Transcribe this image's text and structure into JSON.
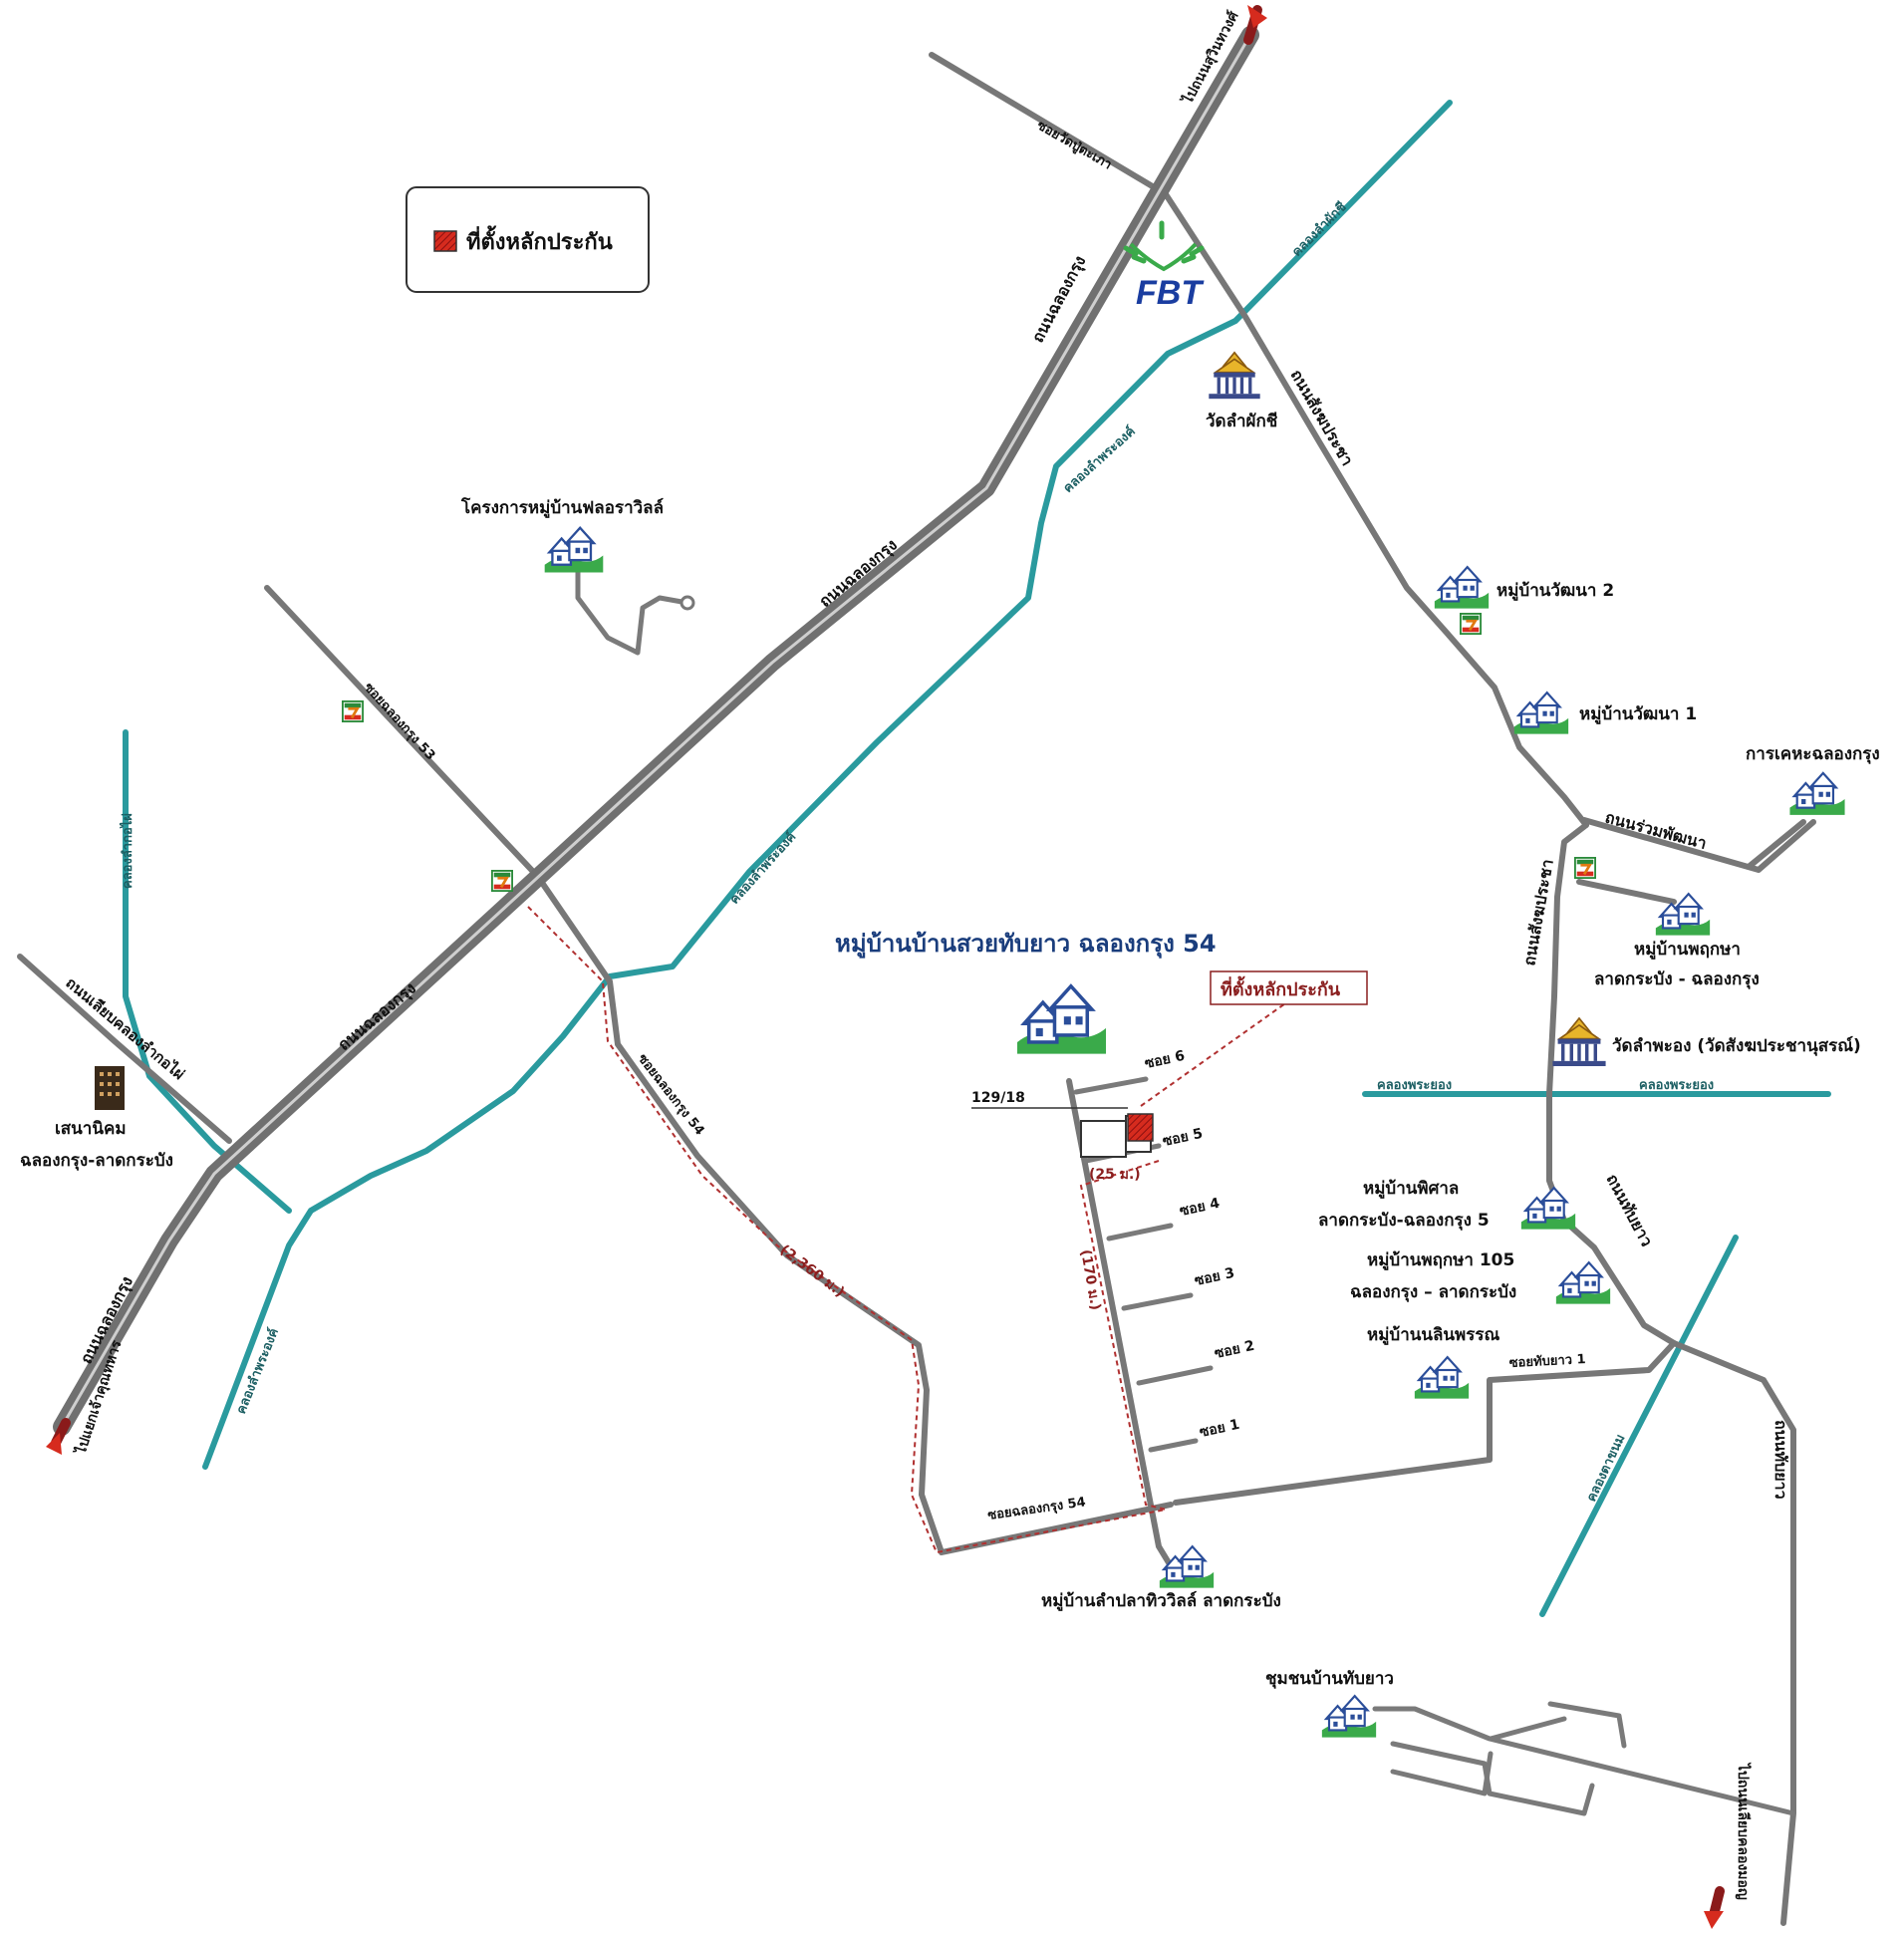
{
  "legend": {
    "text": "ที่ตั้งหลักประกัน"
  },
  "project_title": "หมู่บ้านบ้านสวยทับยาว ฉลองกรุง 54",
  "callout": "ที่ตั้งหลักประกัน",
  "plot_number": "129/18",
  "brand": "FBT",
  "distances": {
    "d1": "(25 ม.)",
    "d2": "(170 ม.)",
    "d3": "(2,360 ม.)"
  },
  "roads": {
    "chalongkrung_1": "ถนนฉลองกรุง",
    "chalongkrung_2": "ถนนฉลองกรุง",
    "chalongkrung_3": "ถนนฉลองกรุง",
    "chalongkrung_4": "ถนนฉลองกรุง",
    "sangkhom_1": "ถนนสังฆประชา",
    "sangkhom_2": "ถนนสังฆประชา",
    "ruam": "ถนนร่วมพัฒนา",
    "thapyao_1": "ถนนทับยาว",
    "thapyao_2": "ถนนทับยาว",
    "liap": "ถนนเลียบคลองลำกอไผ่",
    "soi_wat": "ซอยวัดปู่ตะเภา",
    "soi53": "ซอยฉลองกรุง 53",
    "soi54_diag": "ซอยฉลองกรุง 54",
    "soi54_h": "ซอยฉลองกรุง 54",
    "soi_thapyao1": "ซอยทับยาว 1",
    "to_sukhumvit": "ไปถนนสุวินทวงศ์",
    "to_chaokhun": "ไปแยกเจ้าคุณทหาร",
    "to_liap": "ไปถนนเลียบคลองมอญ"
  },
  "sois": {
    "s6": "ซอย 6",
    "s5": "ซอย 5",
    "s4": "ซอย 4",
    "s3": "ซอย 3",
    "s2": "ซอย 2",
    "s1": "ซอย 1"
  },
  "canals": {
    "lamphakchi": "คลองลำผักชี",
    "lamphraong_1": "คลองลำพระองค์",
    "lamphraong_2": "คลองลำพระองค์",
    "lamphraong_3": "คลองลำพระองค์",
    "lamkopai": "คลองลำกอไผ่",
    "phraong_1": "คลองพระยอง",
    "phraong_2": "คลองพระยอง",
    "kanom": "คลองตาขนม"
  },
  "places": {
    "wat_lamphakchi": "วัดลำผักชี",
    "flora_ville": "โครงการหมู่บ้านฟลอราวิลล์",
    "wattana2": "หมู่บ้านวัฒนา 2",
    "wattana1": "หมู่บ้านวัฒนา 1",
    "kheha": "การเคหะฉลองกรุง",
    "phruksa_1": "หมู่บ้านพฤกษา",
    "phruksa_2": "ลาดกระบัง - ฉลองกรุง",
    "wat_lamphraong": "วัดลำพะอง (วัดสังฆประชานุสรณ์)",
    "senanikhom_1": "เสนานิคม",
    "senanikhom_2": "ฉลองกรุง-ลาดกระบัง",
    "phisan_1": "หมู่บ้านพิศาล",
    "phisan_2": "ลาดกระบัง-ฉลองกรุง 5",
    "phruksa105_1": "หมู่บ้านพฤกษา 105",
    "phruksa105_2": "ฉลองกรุง – ลาดกระบัง",
    "nalin": "หมู่บ้านนลินพรรณ",
    "lamplatiw": "หมู่บ้านลำปลาทิววิลล์ ลาดกระบัง",
    "chumchon": "ชุมชนบ้านทับยาว"
  },
  "colors": {
    "canal": "#2a9a9e",
    "road": "#777777",
    "title": "#1a3d7c",
    "marker": "#d62b1e",
    "callout": "#8a1f1f",
    "house_ground": "#3aaa4a",
    "house": "#2b4e9a"
  },
  "icons": {
    "house": "house-icon",
    "temple": "temple-icon",
    "store": "convenience-store-icon",
    "building": "building-icon",
    "arrow": "arrow-icon",
    "marker": "collateral-marker-icon",
    "logo": "fbt-logo-icon"
  }
}
